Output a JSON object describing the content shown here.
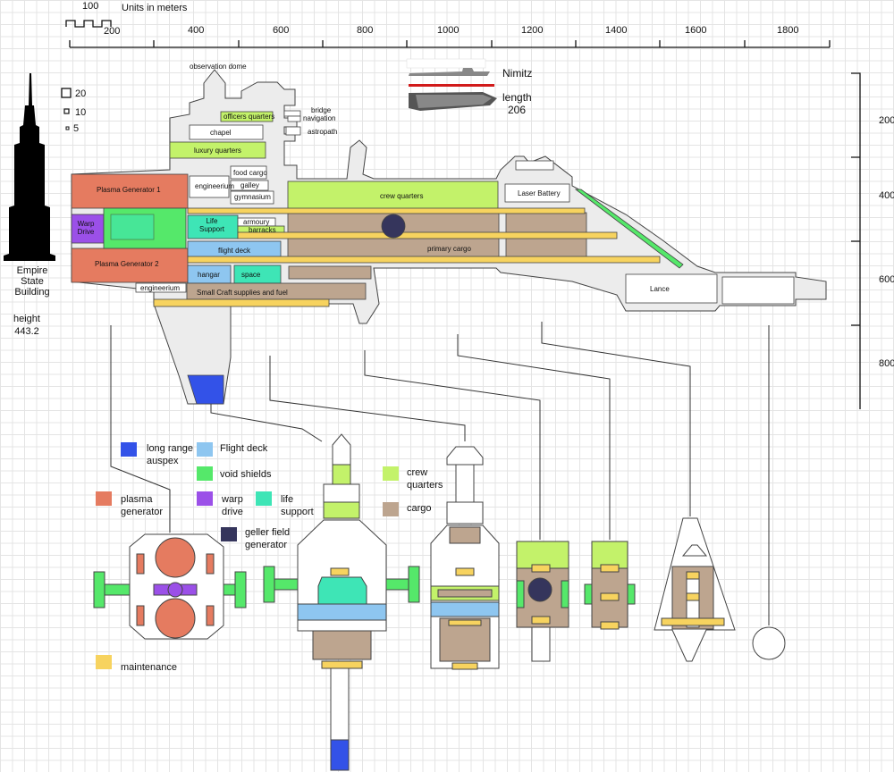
{
  "scale": {
    "caption": "Units in meters",
    "unit_label": "100",
    "unit_label_2": "200",
    "ticks": [
      "400",
      "600",
      "800",
      "1000",
      "1200",
      "1400",
      "1600",
      "1800"
    ],
    "right_ticks": [
      "200",
      "400",
      "600",
      "800"
    ]
  },
  "reference": {
    "esb_name": "Empire\nState\nBuilding",
    "esb_height_label": "height",
    "esb_height_value": "443.2",
    "box_sizes": [
      "20",
      "10",
      "5"
    ],
    "nimitz_name": "Nimitz",
    "nimitz_length_label": "length",
    "nimitz_length_value": "206"
  },
  "rooms": {
    "observation_dome": "observation dome",
    "bridge": "bridge",
    "navigation": "navigation",
    "astropath": "astropath",
    "officers_quarters": "officers quarters",
    "chapel": "chapel",
    "luxury_quarters": "luxury quarters",
    "food_cargo": "food cargo",
    "galley": "galley",
    "gymnasium": "gymnasium",
    "engineerium_top": "engineerium",
    "crew_quarters": "crew quarters",
    "laser_battery": "Laser Battery",
    "plasma_generator_1": "Plasma Generator 1",
    "plasma_generator_2": "Plasma Generator 2",
    "warp_drive": "Warp\nDrive",
    "life_support": "Life\nSupport",
    "armoury": "armoury",
    "barracks": "barracks",
    "flight_deck": "flight deck",
    "primary_cargo": "primary cargo",
    "hangar": "hangar",
    "space": "space",
    "engineerium_bottom": "engineerium",
    "small_craft": "Small Craft supplies and fuel",
    "lance": "Lance"
  },
  "legend": [
    {
      "key": "long_range_auspex",
      "label": "long range\nauspex",
      "color": "#3352e8"
    },
    {
      "key": "flight_deck",
      "label": "Flight deck",
      "color": "#8ec6f0"
    },
    {
      "key": "void_shields",
      "label": "void shields",
      "color": "#55e86a"
    },
    {
      "key": "crew_quarters",
      "label": "crew\nquarters",
      "color": "#c3f26a"
    },
    {
      "key": "plasma_generator",
      "label": "plasma\ngenerator",
      "color": "#e57b60"
    },
    {
      "key": "warp_drive",
      "label": "warp\ndrive",
      "color": "#9b50e8"
    },
    {
      "key": "life_support",
      "label": "life\nsupport",
      "color": "#3ee5b6"
    },
    {
      "key": "cargo",
      "label": "cargo",
      "color": "#bda58f"
    },
    {
      "key": "geller_field_generator",
      "label": "geller field\ngenerator",
      "color": "#35355c"
    },
    {
      "key": "maintenance",
      "label": "maintenance",
      "color": "#f7d35f"
    }
  ],
  "colors": {
    "hull": "#ececec",
    "outline": "#444444",
    "auspex": "#3352e8",
    "flight": "#8ec6f0",
    "void": "#55e86a",
    "crew": "#c3f26a",
    "plasma": "#e57b60",
    "warp": "#9b50e8",
    "life": "#3ee5b6",
    "cargo": "#bda58f",
    "geller": "#35355c",
    "maint": "#f7d35f",
    "nimitz_red": "#d11a1a"
  }
}
